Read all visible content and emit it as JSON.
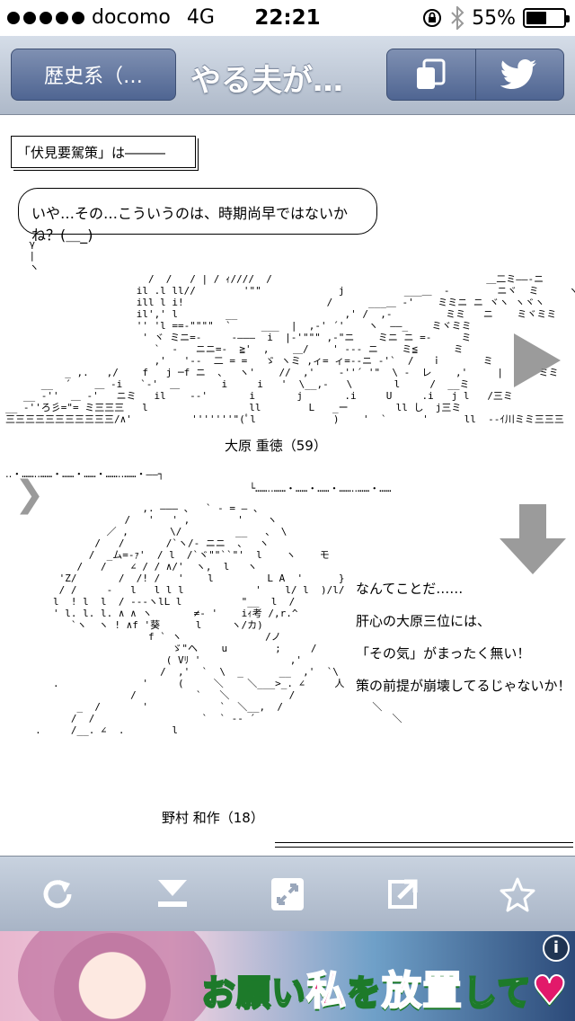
{
  "status_bar": {
    "carrier": "docomo",
    "network": "4G",
    "time": "22:21",
    "battery": "55%",
    "battery_level": 0.55,
    "signal_dots_filled": 5,
    "signal_dots_total": 5
  },
  "nav": {
    "back_label": "歴史系（…",
    "title": "やる夫が…",
    "buttons": [
      "bookmarks-icon",
      "twitter-bird-icon"
    ]
  },
  "content": {
    "boxed_title": "「伏見要駕策」は―――",
    "speech": "いや…その…こういうのは、時期尚早ではないかね？(＿_)",
    "ascii_art_top": "    γ \n    |\n    ヽ\n                        /  /   / | / ｨ////  /                                    ＿二ミ――‐ニ      ヾ    ヾ\n                      il .l ll//        '\"\"             j          ___＿  -        ニヾ  ミ     ヽ ヽヾ\n                      ill l i!                        /      ___＿ -'    ミミニ ニ ヾヽ ヽヾヽ\n                      il',' l        __                  ,' /  ,-         ミミ   ニ    ミヾミミ\n                      '' 'l ==-\"\"\"\"  `     ___  |  ,-' ´'    ヽ  ――_    ミヾミミ\n                       ' ヾ ミニ=-     -―――  i  |-'\"\"\" ,-\"ニ    ミニ ニ =-     ミ\n                         `  -   ニニ=-  ≧'  ,    ＿/    ' --‐ ニ    ミ≦      ミ\n                         ,'   '--  二 = =   ゞ ヽミ ,ィ= ィ=-‐ニ ‐'`  /   ｉ       ミ\n          _ ,.   ,/    f   j ─f ニ  、  ヽ'    //  ,'    ‐''´ '\"  \\ -  レ    ,'     |      ミミ\n      __  ´    ＿ -i   `-'  ＿       i     i   '  \\__,-   \\       l     /  __ミ\n   __ -''  ＿ -'   ニミ   il    --'       i       j       .i     U     .i   j l   /三ミ\n__ -''ろ彡=\"= ミ三三三   l                 ll        L   _ー        ll し  j三ミ\n三三三三三三三三三三三/∧'          '''''''\"(ﾟl             )    '  `      '      ll  --ｲ川ミミ三三三",
    "caption_1": "大原 重徳（59）",
    "divider": "‥・……‥……・……・……・……‥……・――┐\n                                         └……‥……・……・……・……‥……・……",
    "ascii_art_bottom": "                       ,. ――― 、  ` - = ― 、\n                    /   '   ' ,        '    ヽ\n                 ／ ,       \\/         __   、 \\\n               /   /       /`ヽ/- ニニ  、  ヽ\n              /  _ム=-ｧ'  / l  /`ヾ\"\"``\"'  l    ヽ    モ\n            /   /    ∠ / / ∧/'  ヽ,  l   ヽ\n         'Z/       /  /! /   '    l         L A  '      }\n         / /     ‐   l   l l l            '    l/ l  )/l/\n        l  ! l  l  / --‐ヽlL l          \"__  l  /\n        ' l. l. l. ∧ ∧ ヽ       ≠‐ '    iｨ考 /,r.^\n           `ヽ  ヽ ! ∧f '葵      l     ヽ/カ)\n                        f ` ヽ              /ノ\n                            ゞ\"ヘ    u        ;     /\n                           ( Vﾘ '               ,'\n                          /  ,'  `  \\  _      __  ,'  `\\\n        .              '     (     ＼    ＼___>_. ∠     人\n                     /          `   ＼          /\n            _  /       '            `  ＼__,  /               ＼\n           /  /                  `  ` -- ´                       ＼\n     .     /__. ∠  .        l",
    "caption_2": "野村 和作（18）",
    "side_lines": [
      "なんてことだ……",
      "肝心の大原三位には、",
      "「その気」がまったく無い！",
      "策の前提が崩壊してるじゃないか！"
    ]
  },
  "toolbar": {
    "buttons": [
      "refresh-icon",
      "download-icon",
      "fullscreen-icon",
      "share-icon",
      "star-icon"
    ]
  },
  "ad": {
    "text_1": "お願い",
    "text_2": "私",
    "text_3": "を",
    "text_4": "放置",
    "text_5": "して",
    "text_6": "♥",
    "info": "i"
  },
  "colors": {
    "nav_button": "#5b709c",
    "overlay_arrow": "#8a8a8a",
    "ad_green": "#1d7a2a",
    "ad_pink": "#e2196a"
  }
}
